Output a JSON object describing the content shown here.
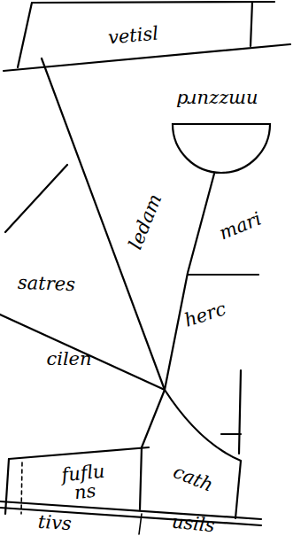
{
  "diagram": {
    "labels": [
      "vetisl",
      "nmzzurd",
      "ledam",
      "mari",
      "satres",
      "herc",
      "cilen",
      "fuflu ns",
      "cath",
      "tivs",
      "usils"
    ]
  }
}
